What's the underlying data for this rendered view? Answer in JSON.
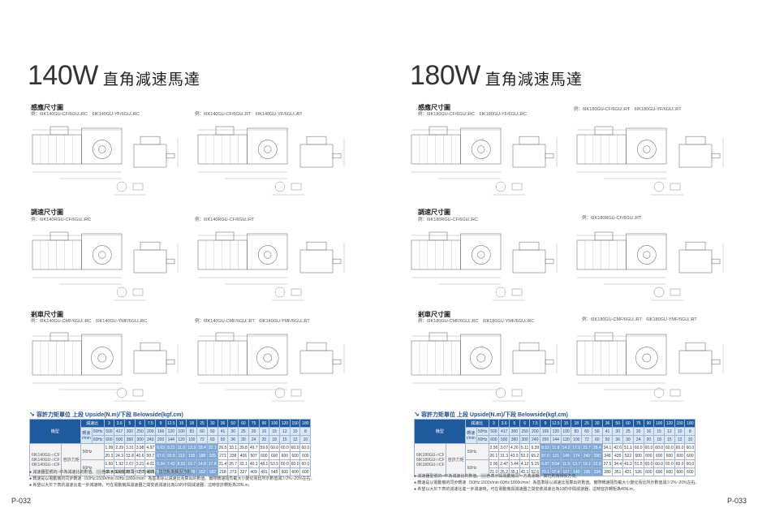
{
  "left": {
    "title_watt": "140W",
    "title_name": "直角減速馬達",
    "sec1_title": "感應尺寸圖",
    "sec1_note_a": "例：6IK140GU-CF/6GU□RC　6IK140GU-YF/6GU□RC",
    "sec1_note_b": "例：6IK140GU-CF/6GU□RT　6IK140GU-YF/6GU□RT",
    "sec2_title": "調速尺寸圖",
    "sec2_note_a": "例：6IK140RGU-CF/6GU□RC",
    "sec2_note_b": "例：6IK140RGU-CF/6GU□RT",
    "sec3_title": "剎車尺寸圖",
    "sec3_note_a": "例：6IK140GU-CMF/6GU□RC　6IK140GU-YMF/6GU□RC",
    "sec3_note_b": "例：6IK140GU-CMF/6GU□RT　6IK140GU-YMF/6GU□RT",
    "torque_title": "容許力矩單位  上段 Upside(N.m)/下段 Belowside(kgf.cm)",
    "page_num": "P-032",
    "models": [
      "6IK140GU-□CF",
      "6IK140GU-□CF",
      "6IK140GU-□CF"
    ],
    "rows": [
      [
        "1.99",
        "2.39",
        "3.31",
        "3.98",
        "4.97",
        "6.63",
        "9.21",
        "11.0",
        "13.3",
        "18.4",
        "22.1",
        "26.5",
        "33.1",
        "39.8",
        "49.7",
        "59.6",
        "60.0",
        "60.0",
        "60.0",
        "60.0"
      ],
      [
        "20.3",
        "24.3",
        "33.8",
        "40.6",
        "50.7",
        "67.6",
        "93.9",
        "113",
        "135",
        "188",
        "225",
        "271",
        "338",
        "406",
        "507",
        "600",
        "600",
        "600",
        "600",
        "600"
      ],
      [
        "1.60",
        "1.92",
        "2.67",
        "3.21",
        "4.01",
        "5.34",
        "7.42",
        "8.91",
        "10.7",
        "14.8",
        "17.8",
        "21.4",
        "26.7",
        "32.1",
        "40.1",
        "48.1",
        "53.5",
        "60.0",
        "60.0",
        "60.0"
      ],
      [
        "16.4",
        "19.6",
        "27.3",
        "32.7",
        "40.9",
        "54.5",
        "75.8",
        "90.9",
        "109",
        "152",
        "182",
        "218",
        "273",
        "327",
        "409",
        "491",
        "545",
        "600",
        "600",
        "600"
      ]
    ]
  },
  "right": {
    "title_watt": "180W",
    "title_name": "直角減速馬達",
    "sec1_title": "感應尺寸圖",
    "sec1_note_a": "例：6IK180GU-CF/6GU□RC　6IK180GU-YF/6GU□RC",
    "sec1_note_b": "例：6IK180GU-CF/6GU□RT　6IK180GU-YF/6GU□RT",
    "sec2_title": "調速尺寸圖",
    "sec2_note_a": "例：6IK180RGU-CF/6GU□RC",
    "sec2_note_b": "例：6IK180RGU-CF/6GU□RT",
    "sec3_title": "剎車尺寸圖",
    "sec3_note_a": "例：6IK180GU-CMF/6GU□RC　6IK180GU-YMF/6GU□RC",
    "sec3_note_b": "例：6IK180GU-CMF/6GU□RT　6IK180GU-YMF/6GU□RT",
    "torque_title": "容許力矩單位  上段 Upside(N.m)/下段 Belowside(kgf.cm)",
    "page_num": "P-033",
    "models": [
      "6IK180GU-□CF",
      "6IK180GU-□CF",
      "6IK180GU-□CF"
    ],
    "rows": [
      [
        "2.56",
        "3.07",
        "4.26",
        "5.11",
        "6.39",
        "8.52",
        "11.8",
        "14.2",
        "17.0",
        "23.7",
        "28.4",
        "34.1",
        "42.6",
        "51.1",
        "60.0",
        "60.0",
        "60.0",
        "60.0",
        "60.0",
        "60.0"
      ],
      [
        "26.1",
        "31.3",
        "43.5",
        "52.2",
        "65.2",
        "87.0",
        "121",
        "145",
        "174",
        "242",
        "290",
        "348",
        "435",
        "522",
        "600",
        "600",
        "600",
        "600",
        "600",
        "600"
      ],
      [
        "2.06",
        "2.47",
        "3.44",
        "4.12",
        "5.15",
        "6.87",
        "9.54",
        "11.5",
        "13.7",
        "19.1",
        "22.9",
        "27.5",
        "34.4",
        "41.2",
        "51.5",
        "60.0",
        "60.0",
        "60.0",
        "60.0",
        "60.0"
      ],
      [
        "21.0",
        "25.2",
        "35.1",
        "42.1",
        "52.6",
        "70.1",
        "97.4",
        "117",
        "140",
        "195",
        "234",
        "280",
        "351",
        "421",
        "526",
        "600",
        "600",
        "600",
        "600",
        "600"
      ]
    ]
  },
  "table_common": {
    "model_label": "機型",
    "ratio_label": "減速比",
    "speed_label": "轉速",
    "speed_unit": "r/min",
    "allow_label": "容許力矩",
    "hz50": "50Hz",
    "hz60": "60Hz",
    "ratios": [
      "3",
      "3.6",
      "5",
      "6",
      "7.5",
      "9",
      "12.5",
      "15",
      "18",
      "25",
      "30",
      "36",
      "50",
      "60",
      "75",
      "90",
      "100",
      "120",
      "150",
      "180"
    ],
    "rpm50": [
      "500",
      "417",
      "300",
      "250",
      "200",
      "166",
      "120",
      "100",
      "83",
      "60",
      "50",
      "41",
      "30",
      "25",
      "20",
      "16",
      "15",
      "12",
      "10",
      "8"
    ],
    "rpm60": [
      "600",
      "500",
      "360",
      "300",
      "240",
      "200",
      "144",
      "120",
      "100",
      "72",
      "60",
      "50",
      "36",
      "30",
      "24",
      "20",
      "18",
      "15",
      "12",
      "10"
    ]
  },
  "notes": [
    "● 減速器型號的□中為減速比的數值。▒▒色表示與電動機同一方向運轉，其它則為相反方向。",
    "● 轉速是以電動機的同步轉速（50Hz:1500r/min 60Hz:1800r/min）為基準除以減速比而算出的數值。實際轉速隨負載大小變化而比所示數值減少2%~20%左右。",
    "● 希望以大於下表的減速比進一步減速時，可在電動機與減速器之間安裝減速比為10的中間減速器，這時容許轉矩為20N.m。"
  ],
  "notes_right_last": "● 希望以大於下表的減速比進一步減速時，可在電動機與減速器之間安裝減速比為10的中間減速器，這時容許轉矩為40N.m。"
}
